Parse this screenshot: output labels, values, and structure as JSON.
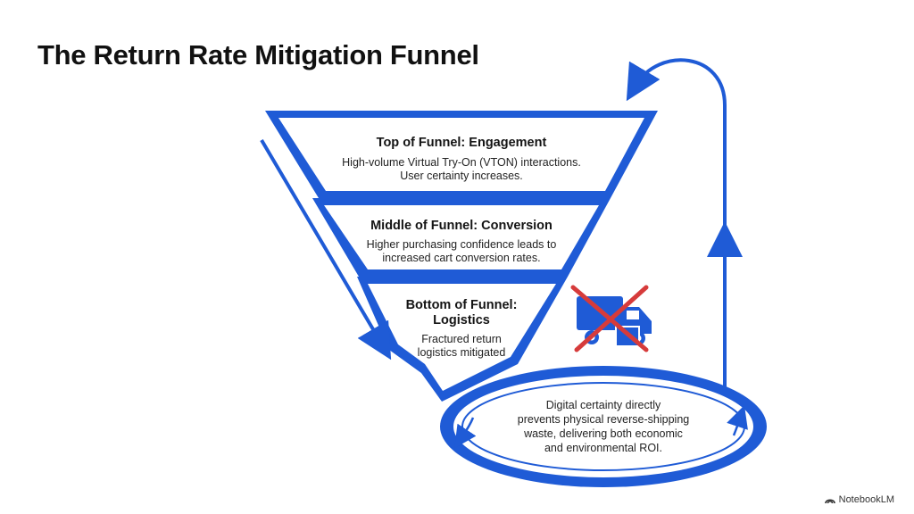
{
  "title": "The Return Rate Mitigation Funnel",
  "colors": {
    "accent": "#1f5bd6",
    "cross": "#d63b3b"
  },
  "stages": [
    {
      "title": "Top of Funnel: Engagement",
      "desc_lines": [
        "High-volume Virtual Try-On (VTON) interactions.",
        "User certainty increases."
      ]
    },
    {
      "title": "Middle of Funnel: Conversion",
      "desc_lines": [
        "Higher purchasing confidence leads to",
        "increased cart conversion rates."
      ]
    },
    {
      "title_lines": [
        "Bottom of Funnel:",
        "Logistics"
      ],
      "desc_lines": [
        "Fractured return",
        "logistics mitigated"
      ]
    }
  ],
  "loop": {
    "lines": [
      "Digital certainty directly",
      "prevents physical reverse-shipping",
      "waste, delivering both economic",
      "and environmental ROI."
    ]
  },
  "icons": {
    "truck": "delivery-truck-icon",
    "cross": "cross-out-icon"
  },
  "brand": {
    "label": "NotebookLM",
    "icon": "notebooklm-logo-icon"
  }
}
